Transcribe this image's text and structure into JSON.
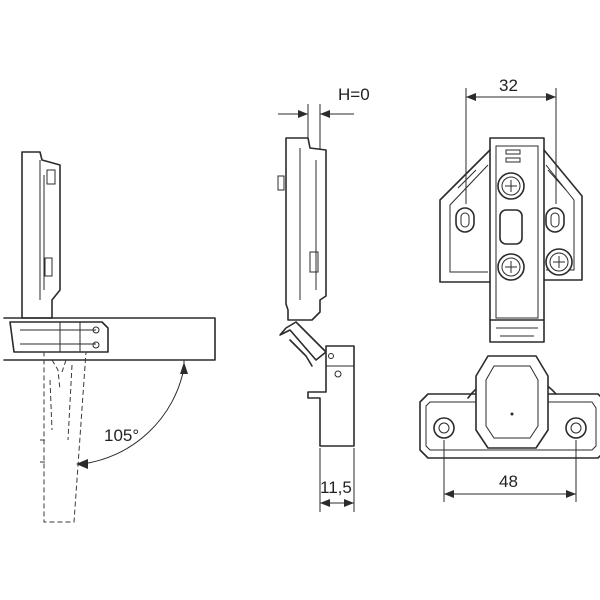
{
  "diagram": {
    "line_color": "#2b2b2b",
    "labels": {
      "opening_angle": "105°",
      "overlay": "H=0",
      "cup_depth": "11,5",
      "plate_width": "32",
      "cup_spacing": "48"
    }
  }
}
